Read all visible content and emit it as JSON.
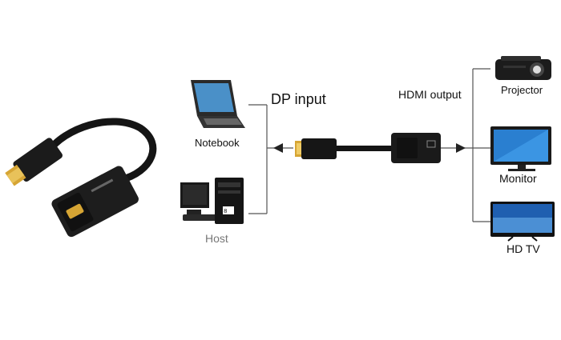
{
  "labels": {
    "dp_input": "DP input",
    "hdmi_output": "HDMI output",
    "notebook": "Notebook",
    "host": "Host",
    "projector": "Projector",
    "monitor": "Monitor",
    "hdtv": "HD TV"
  },
  "icons": {
    "adapter": "dp-to-hdmi-adapter-icon",
    "notebook": "laptop-icon",
    "host": "desktop-pc-icon",
    "projector": "projector-icon",
    "monitor": "monitor-icon",
    "hdtv": "tv-icon"
  },
  "colors": {
    "line": "#555555",
    "device_black": "#1a1a1a",
    "screen_blue": "#2a7fd0",
    "gold": "#d8a93a",
    "host_label": "#777777"
  }
}
